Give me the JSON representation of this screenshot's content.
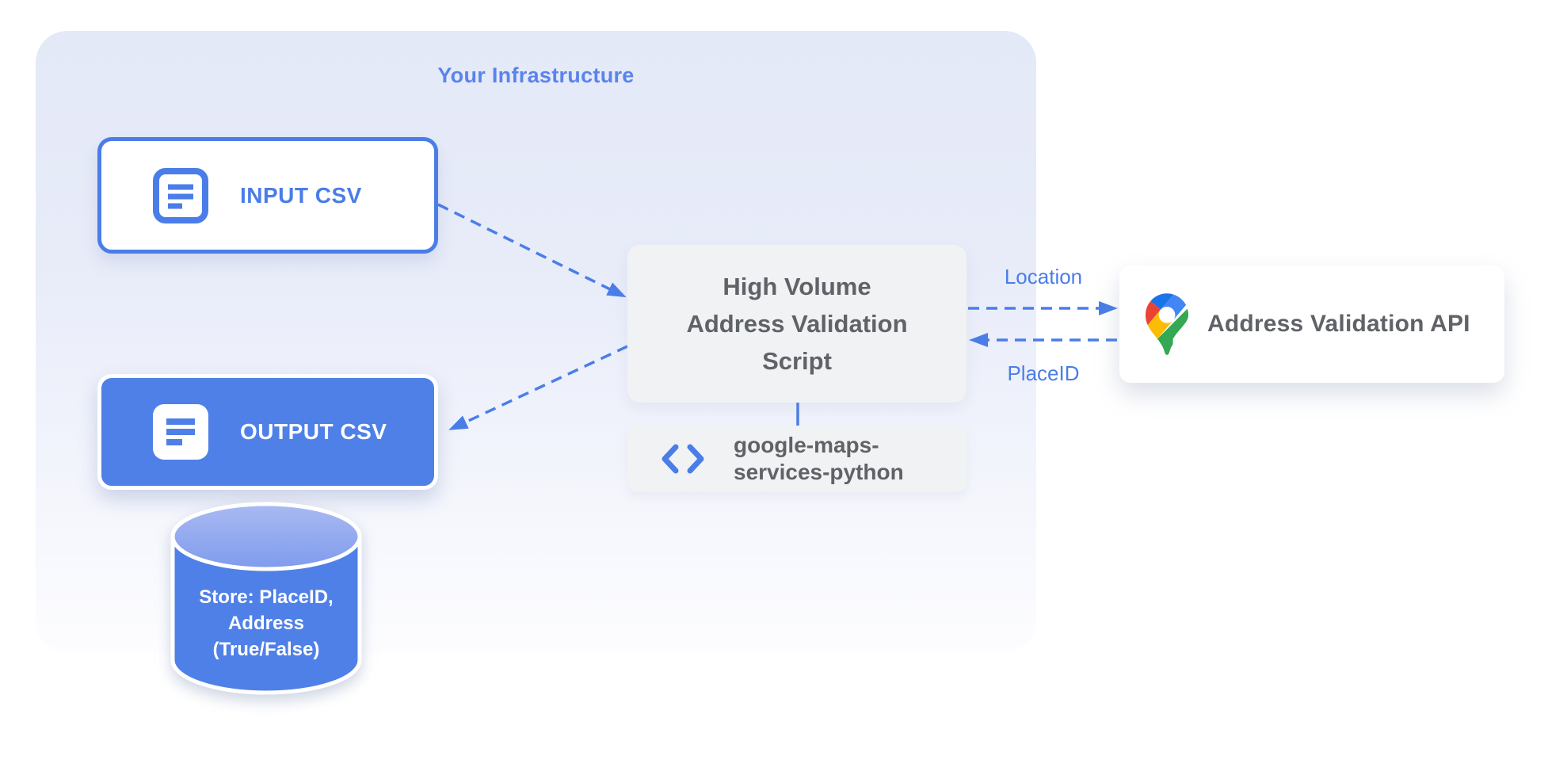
{
  "diagram": {
    "title": "Your Infrastructure",
    "nodes": {
      "input_csv": {
        "label": "INPUT CSV",
        "icon": "document-icon"
      },
      "output_csv": {
        "label": "OUTPUT CSV",
        "icon": "document-icon"
      },
      "datastore": {
        "label": "Store: PlaceID,\nAddress\n(True/False)",
        "shape": "cylinder"
      },
      "script": {
        "label": "High Volume\nAddress Validation\nScript"
      },
      "library": {
        "label": "google-maps-\nservices-python",
        "icon": "code-icon"
      },
      "api": {
        "label": "Address Validation API",
        "icon": "google-maps-pin-icon"
      }
    },
    "edges": [
      {
        "from": "input_csv",
        "to": "script",
        "style": "dashed",
        "label": ""
      },
      {
        "from": "script",
        "to": "output_csv",
        "style": "dashed",
        "label": ""
      },
      {
        "from": "script",
        "to": "api",
        "style": "dashed",
        "label": "Location"
      },
      {
        "from": "api",
        "to": "script",
        "style": "dashed",
        "label": "PlaceID"
      },
      {
        "from": "script",
        "to": "library",
        "style": "solid",
        "label": ""
      }
    ],
    "colors": {
      "accent_blue": "#4a7de8",
      "node_fill_blue": "#4f80e7",
      "title_blue": "#5b83ec",
      "gray_node_fill": "#f1f2f3",
      "dark_gray_text": "#5f6368",
      "infra_bg_top": "#e4e9f8",
      "infra_bg_bottom": "#fcfdff",
      "cylinder_top_light": "#a9baf2",
      "cylinder_top_dark": "#7f9bed",
      "pin_red": "#ea4335",
      "pin_blue": "#4285f4",
      "pin_dark_blue": "#1a73e8",
      "pin_yellow": "#fbbc04",
      "pin_green": "#34a853"
    }
  }
}
